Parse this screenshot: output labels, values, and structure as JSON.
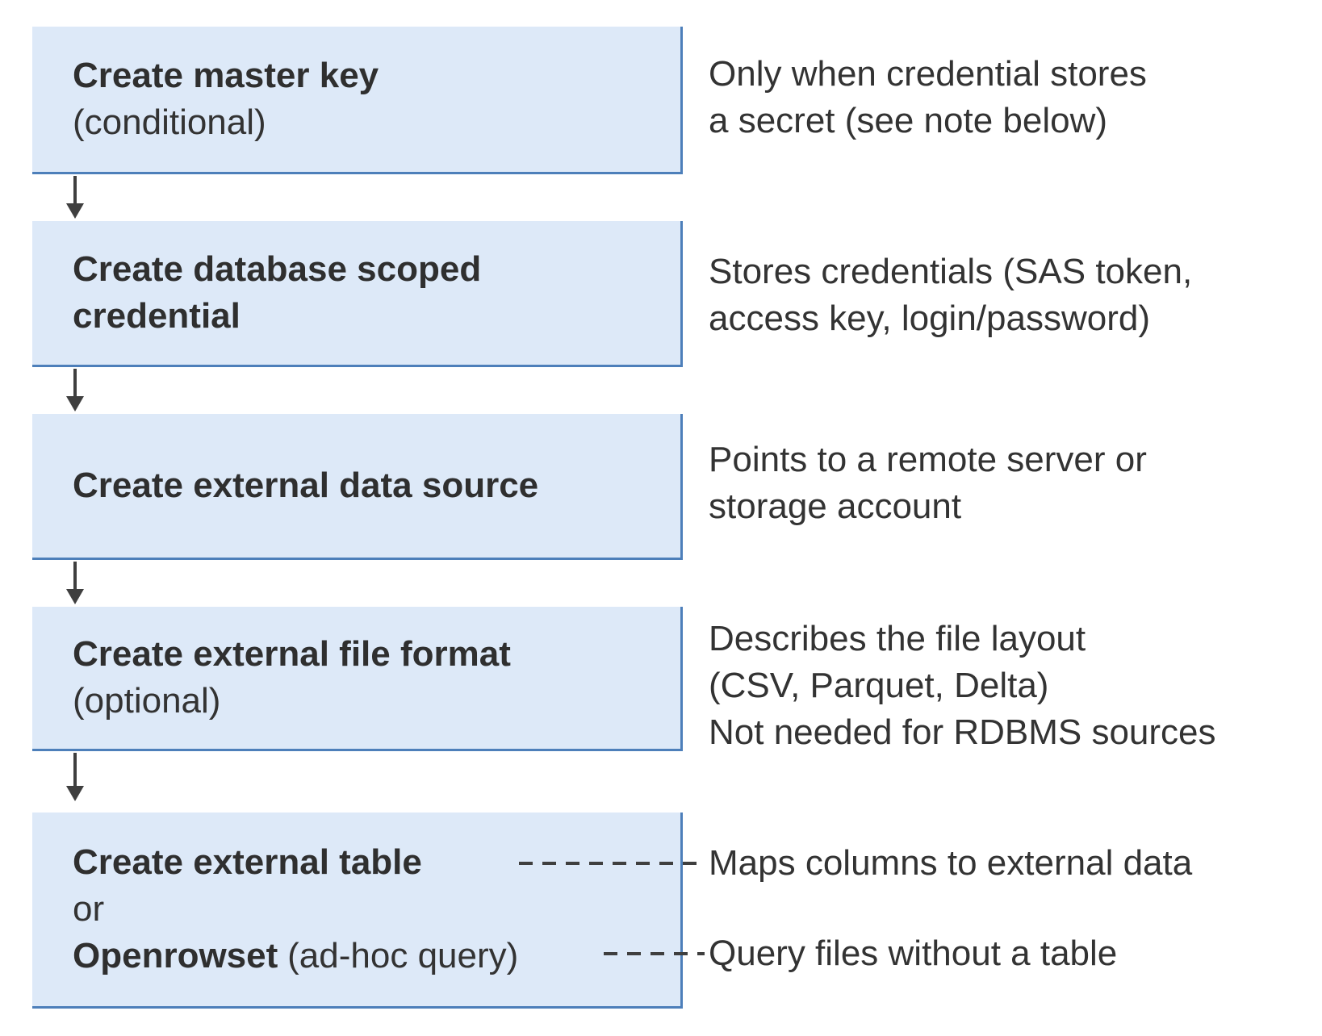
{
  "flow": {
    "boxes": [
      {
        "title": "Create master key",
        "qualifier": "(conditional)"
      },
      {
        "title_lines": [
          "Create database scoped",
          "credential"
        ]
      },
      {
        "title": "Create external data source"
      },
      {
        "title": "Create external file format",
        "qualifier": "(optional)"
      },
      {
        "title": "Create external table",
        "conjunction": "or",
        "alt_name": "Openrowset",
        "alt_qualifier": "(ad-hoc query)"
      }
    ],
    "notes": [
      {
        "lines": [
          "Only when credential stores",
          "a secret (see note below)"
        ]
      },
      {
        "lines": [
          "Stores credentials (SAS token,",
          "access key, login/password)"
        ]
      },
      {
        "lines": [
          "Points to a remote server or",
          "storage account"
        ]
      },
      {
        "lines": [
          "Describes the file layout",
          "(CSV, Parquet, Delta)",
          "Not needed for RDBMS sources"
        ]
      },
      {
        "lines": [
          "Maps columns to external data"
        ]
      },
      {
        "lines": [
          "Query files without a table"
        ]
      }
    ]
  },
  "colors": {
    "box_fill": "#dde9f8",
    "box_border": "#4d7fba",
    "text": "#333333",
    "connector": "#3f3f3f"
  }
}
